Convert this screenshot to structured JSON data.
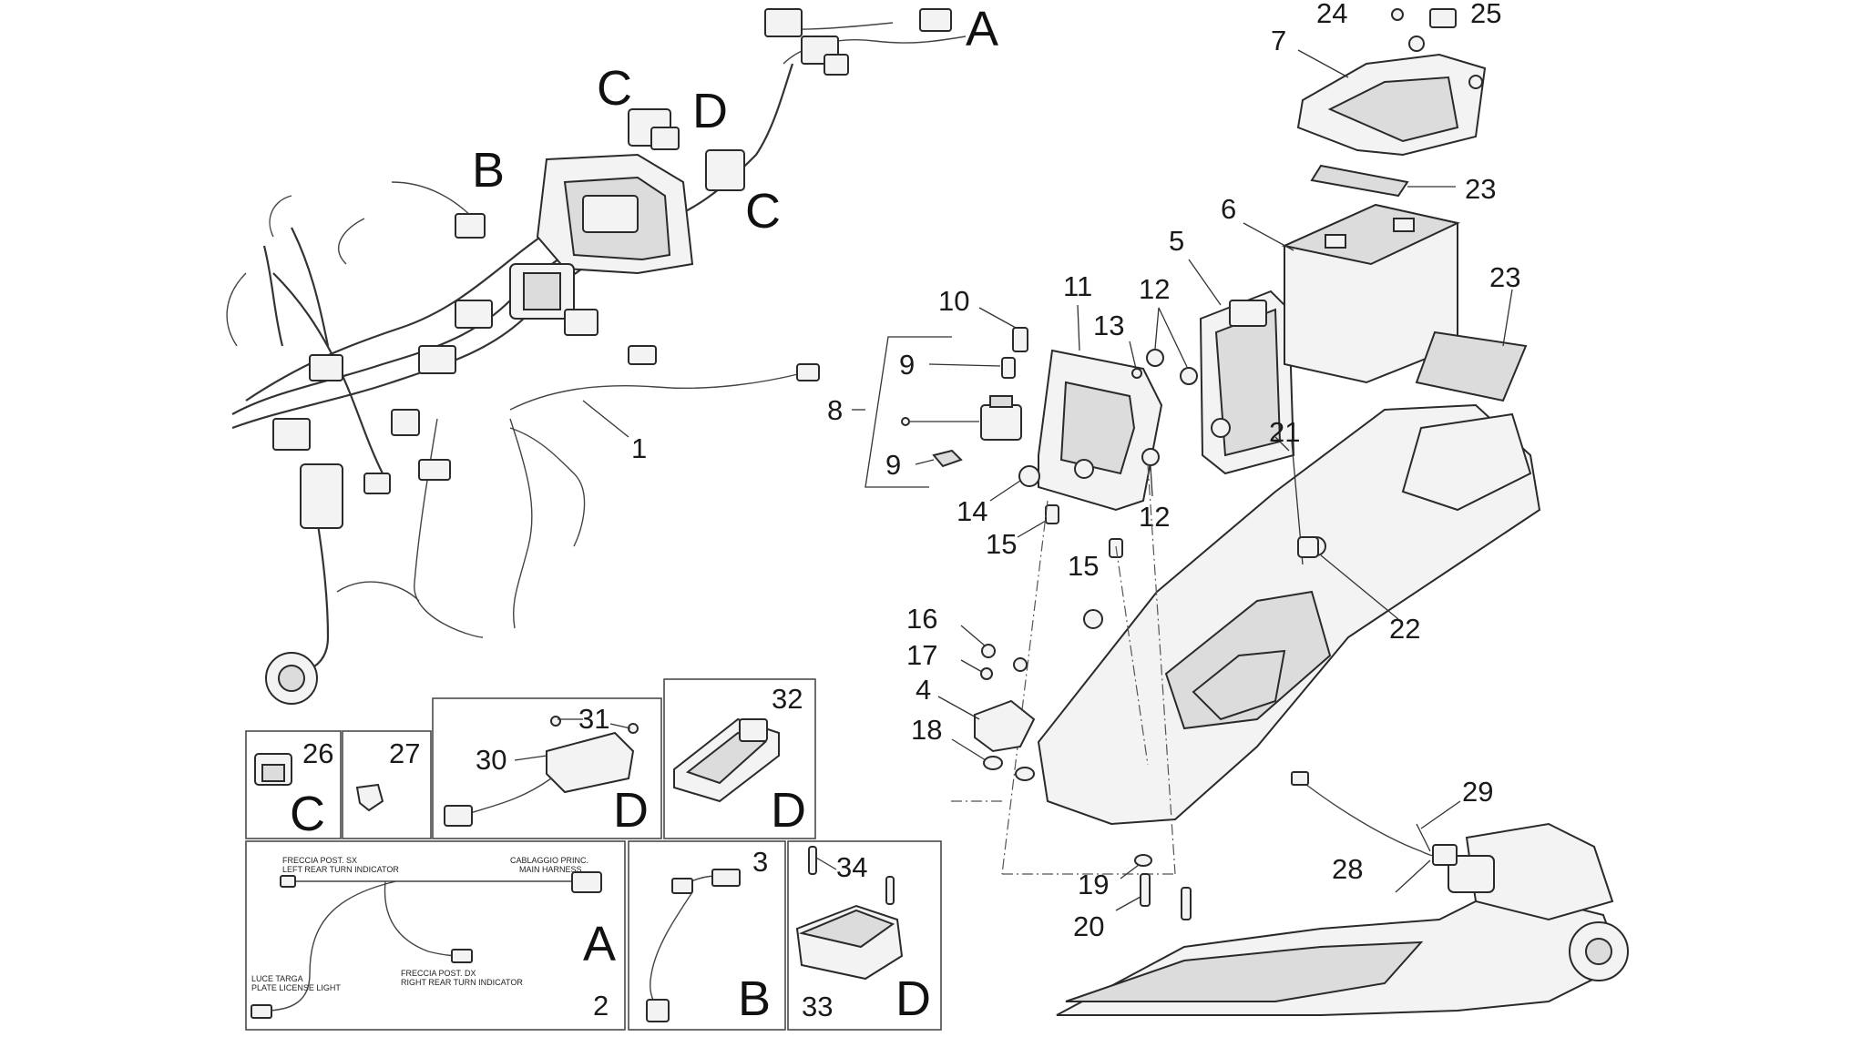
{
  "callouts": {
    "n1": "1",
    "n2": "2",
    "n3": "3",
    "n4": "4",
    "n5": "5",
    "n6": "6",
    "n7": "7",
    "n8": "8",
    "n9a": "9",
    "n9b": "9",
    "n10": "10",
    "n11": "11",
    "n12a": "12",
    "n12b": "12",
    "n13": "13",
    "n14": "14",
    "n15a": "15",
    "n15b": "15",
    "n16": "16",
    "n17": "17",
    "n18": "18",
    "n19": "19",
    "n20": "20",
    "n21": "21",
    "n22": "22",
    "n23a": "23",
    "n23b": "23",
    "n24": "24",
    "n25": "25",
    "n26": "26",
    "n27": "27",
    "n28": "28",
    "n29": "29",
    "n30": "30",
    "n31": "31",
    "n32": "32",
    "n33": "33",
    "n34": "34"
  },
  "connector_letters": {
    "main_a": "A",
    "main_b": "B",
    "main_c1": "C",
    "main_c2": "C",
    "main_d": "D",
    "box26": "C",
    "box30": "D",
    "box32": "D",
    "box2": "A",
    "box3": "B",
    "box33": "D"
  },
  "harness_labels": {
    "freccia_sx": "FRECCIA POST. SX",
    "freccia_sx_sub": "LEFT REAR TURN INDICATOR",
    "cablaggio": "CABLAGGIO PRINC.",
    "cablaggio_sub": "MAIN HARNESS",
    "luce_targa": "LUCE TARGA",
    "luce_targa_sub": "PLATE LICENSE LIGHT",
    "freccia_dx": "FRECCIA POST. DX",
    "freccia_dx_sub": "RIGHT REAR TURN INDICATOR"
  }
}
